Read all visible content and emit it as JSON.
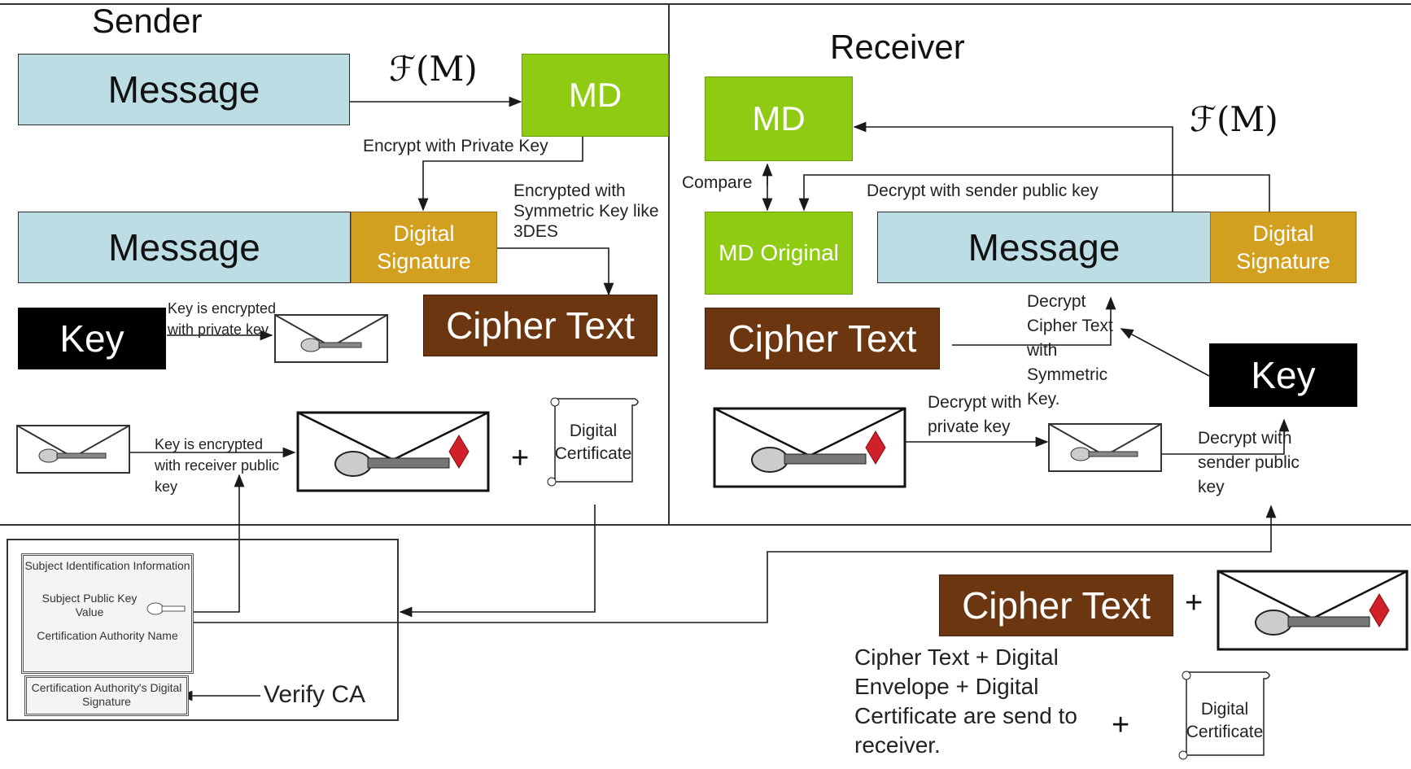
{
  "sender": {
    "title": "Sender",
    "message_1": "Message",
    "md": "MD",
    "hash_label": "(M)",
    "encrypt_private_label": "Encrypt with Private Key",
    "message_2": "Message",
    "digital_signature": "Digital Signature",
    "encrypted_symmetric_label": "Encrypted with Symmetric Key like 3DES",
    "cipher_text": "Cipher Text",
    "key": "Key",
    "key_encrypted_private_label": "Key is encrypted with private key",
    "key_encrypted_receiver_label": "Key is encrypted with receiver public key",
    "plus": "+",
    "digital_certificate": "Digital Certificate"
  },
  "receiver": {
    "title": "Receiver",
    "md": "MD",
    "hash_label": "(M)",
    "compare_label": "Compare",
    "decrypt_sender_public_label": "Decrypt with sender public key",
    "md_original": "MD Original",
    "message": "Message",
    "digital_signature": "Digital Signature",
    "cipher_text": "Cipher Text",
    "decrypt_cipher_label": "Decrypt Cipher Text with Symmetric Key.",
    "key": "Key",
    "decrypt_private_label": "Decrypt with private key",
    "decrypt_sender_public_label_2": "Decrypt with sender public key"
  },
  "certificate": {
    "subject_id": "Subject Identification Information",
    "subject_public_key": "Subject Public Key Value",
    "ca_name": "Certification Authority Name",
    "ca_signature": "Certification Authority's Digital Signature",
    "verify_ca": "Verify CA"
  },
  "bottom": {
    "cipher_text": "Cipher Text",
    "plus_1": "+",
    "plus_2": "+",
    "send_note": "Cipher Text + Digital Envelope + Digital Certificate are send to receiver.",
    "digital_certificate": "Digital Certificate"
  },
  "colors": {
    "message": "#bcdde4",
    "md": "#8fcb12",
    "signature": "#d2a01e",
    "key": "#000000",
    "cipher": "#6b3610",
    "line": "#1a1a1a"
  }
}
